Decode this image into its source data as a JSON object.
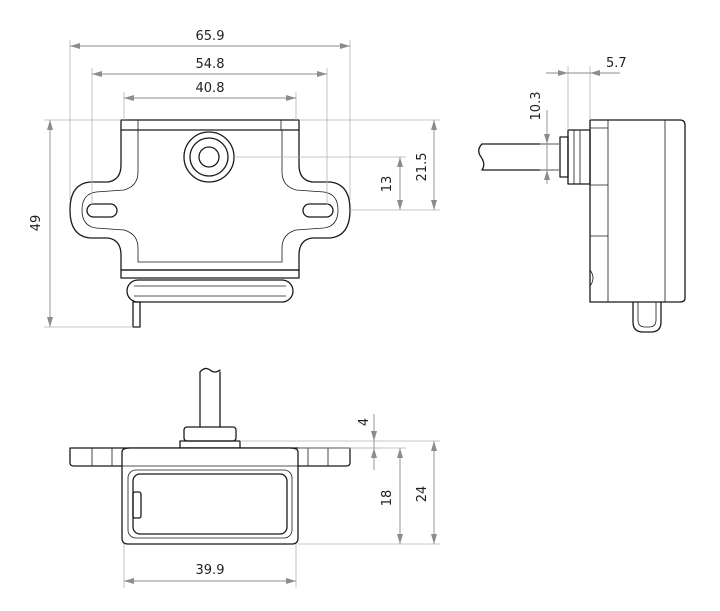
{
  "dimensions": {
    "top_width_overall": "65.9",
    "top_width_holes": "54.8",
    "top_width_body": "40.8",
    "top_height_overall": "49",
    "top_height_center": "21.5",
    "top_height_holes": "13",
    "side_width_connector": "5.7",
    "side_height_pipe": "10.3",
    "front_height_flange": "4",
    "front_height_body": "18",
    "front_height_overall": "24",
    "front_width_body": "39.9"
  }
}
